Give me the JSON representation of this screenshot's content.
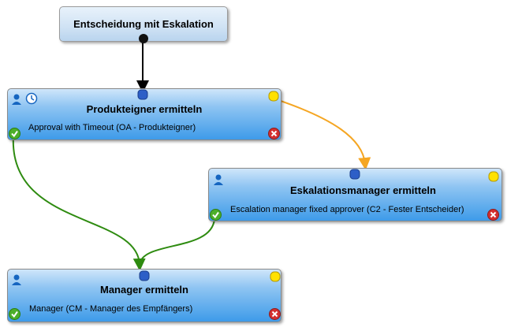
{
  "nodes": {
    "start": {
      "title": "Entscheidung mit Eskalation"
    },
    "owner": {
      "title": "Produkteigner ermitteln",
      "subtitle": "Approval with Timeout (OA - Produkteigner)"
    },
    "escalation": {
      "title": "Eskalationsmanager ermitteln",
      "subtitle": "Escalation manager fixed approver (C2 - Fester Entscheider)"
    },
    "manager": {
      "title": "Manager ermitteln",
      "subtitle": "Manager (CM - Manager des Empfängers)"
    }
  },
  "edges": [
    {
      "from": "start",
      "to": "owner",
      "kind": "default",
      "color": "#000000"
    },
    {
      "from": "owner",
      "to": "escalation",
      "kind": "timeout",
      "color": "#f5a623"
    },
    {
      "from": "owner",
      "to": "manager",
      "kind": "approved",
      "color": "#2e8b10"
    },
    {
      "from": "escalation",
      "to": "manager",
      "kind": "approved",
      "color": "#2e8b10"
    }
  ],
  "icons": {
    "approve": "green-check-icon",
    "reject": "red-x-icon",
    "timeout": "yellow-dot-icon",
    "input": "blue-connector-icon",
    "user": "user-icon",
    "clock": "clock-icon"
  }
}
